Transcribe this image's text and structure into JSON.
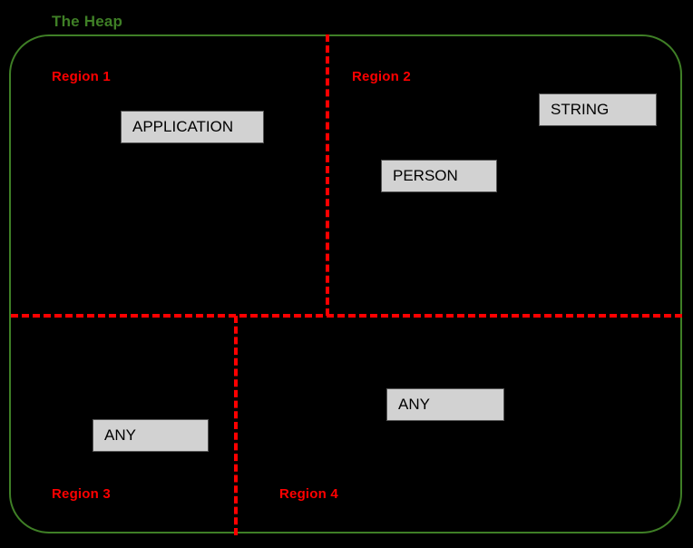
{
  "diagram": {
    "title": "The Heap",
    "colors": {
      "background": "#000000",
      "boundary": "#3f7f26",
      "divider": "#ff0000",
      "region_label": "#ff0000",
      "object_fill": "#d2d2d2",
      "object_border": "#555555",
      "object_text": "#000000"
    },
    "regions": [
      {
        "id": "region-1",
        "label": "Region 1"
      },
      {
        "id": "region-2",
        "label": "Region 2"
      },
      {
        "id": "region-3",
        "label": "Region 3"
      },
      {
        "id": "region-4",
        "label": "Region 4"
      }
    ],
    "objects": [
      {
        "id": "application",
        "label": "APPLICATION",
        "region": "Region 1"
      },
      {
        "id": "string",
        "label": "STRING",
        "region": "Region 2"
      },
      {
        "id": "person",
        "label": "PERSON",
        "region": "Region 2"
      },
      {
        "id": "any-r4",
        "label": "ANY",
        "region": "Region 4"
      },
      {
        "id": "any-r3",
        "label": "ANY",
        "region": "Region 3"
      }
    ]
  }
}
